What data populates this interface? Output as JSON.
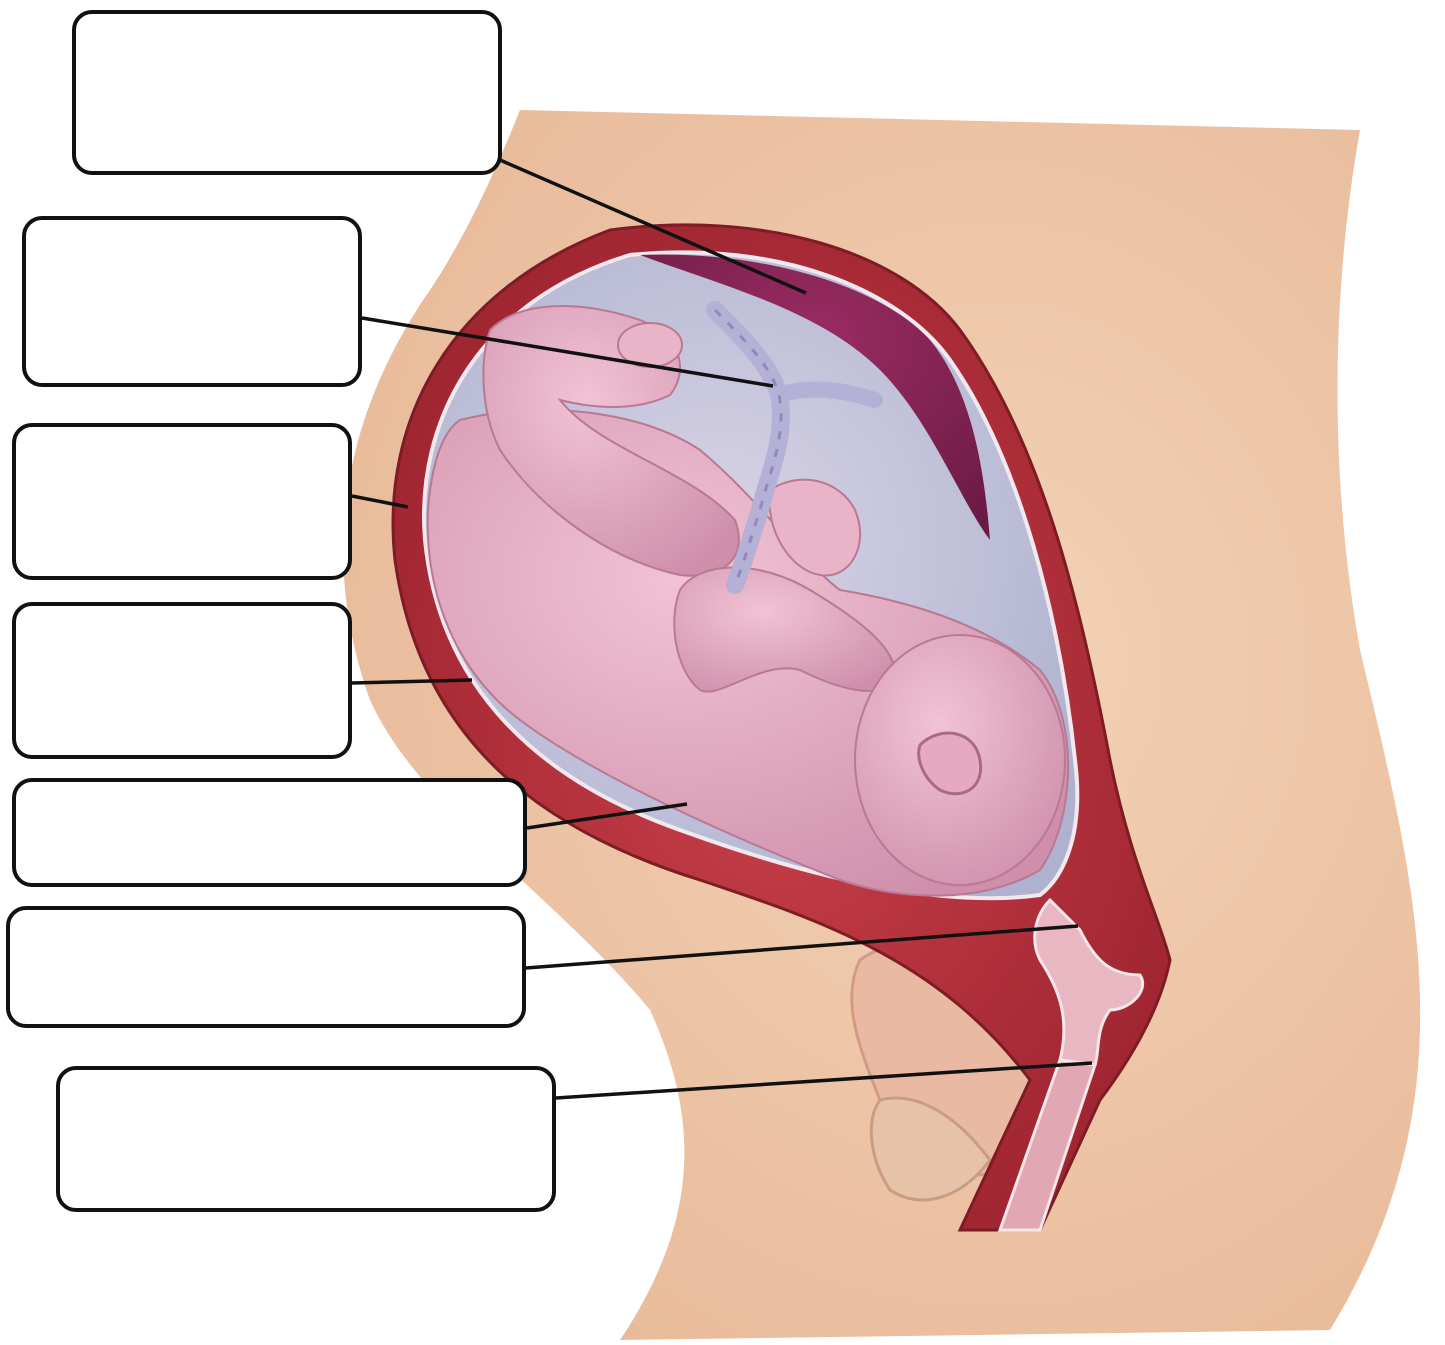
{
  "colors": {
    "skin": "#efc9ab",
    "skin_shadow": "#e2b291",
    "uterine_wall": "#b8303a",
    "uterine_wall_dark": "#8f1f2a",
    "placenta": "#7a1f4e",
    "amniotic_fluid": "#c9c7de",
    "fetus": "#e4a8bf",
    "fetus_shadow": "#c98aa6",
    "umbilical_cord": "#b7b3d6",
    "leader_line": "#111111",
    "box_border": "#111111"
  },
  "labels": [
    {
      "id": "placenta-label",
      "text": ""
    },
    {
      "id": "umbilical-cord-label",
      "text": ""
    },
    {
      "id": "uterine-wall-label",
      "text": ""
    },
    {
      "id": "amniotic-sac-label",
      "text": ""
    },
    {
      "id": "amniotic-fluid-label",
      "text": ""
    },
    {
      "id": "cervix-label",
      "text": ""
    },
    {
      "id": "vagina-label",
      "text": ""
    }
  ]
}
